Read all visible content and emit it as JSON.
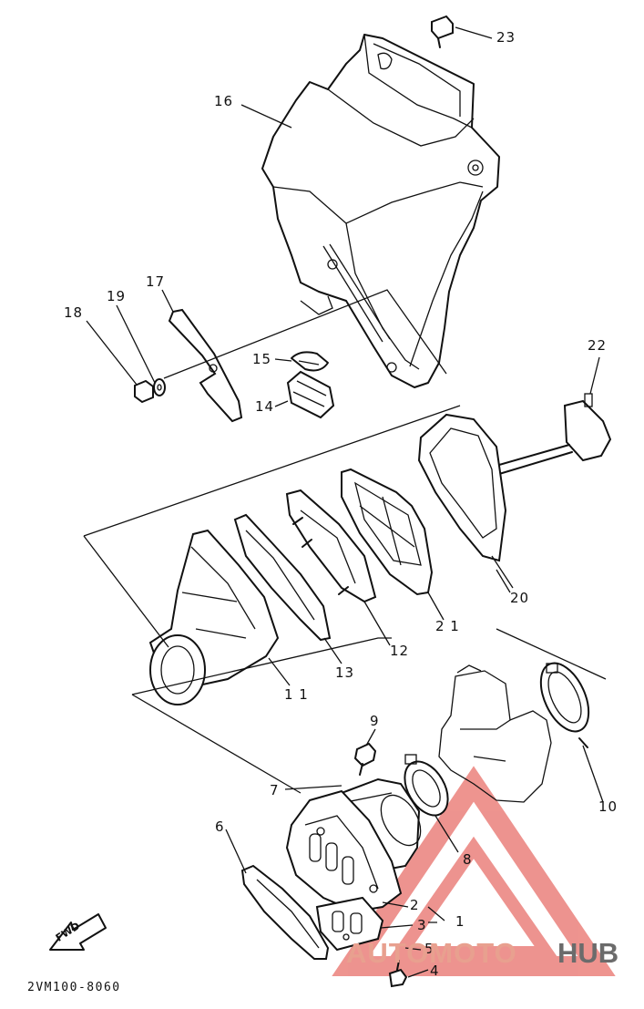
{
  "diagram": {
    "drawing_code": "2VM100-8060",
    "direction_label": "FWD",
    "callouts": [
      "1",
      "2",
      "3",
      "4",
      "5",
      "6",
      "7",
      "8",
      "9",
      "10",
      "11",
      "12",
      "13",
      "14",
      "15",
      "16",
      "17",
      "18",
      "19",
      "20",
      "21",
      "22",
      "23"
    ],
    "callout_display": {
      "c11": "1 1",
      "c21": "2 1"
    }
  },
  "watermark": {
    "word1": "AUTOMOTO",
    "word2": "HUB",
    "triangle_color": "#e8706a",
    "word1_color": "#e8a08f",
    "word2_color": "#6b6b6b"
  }
}
